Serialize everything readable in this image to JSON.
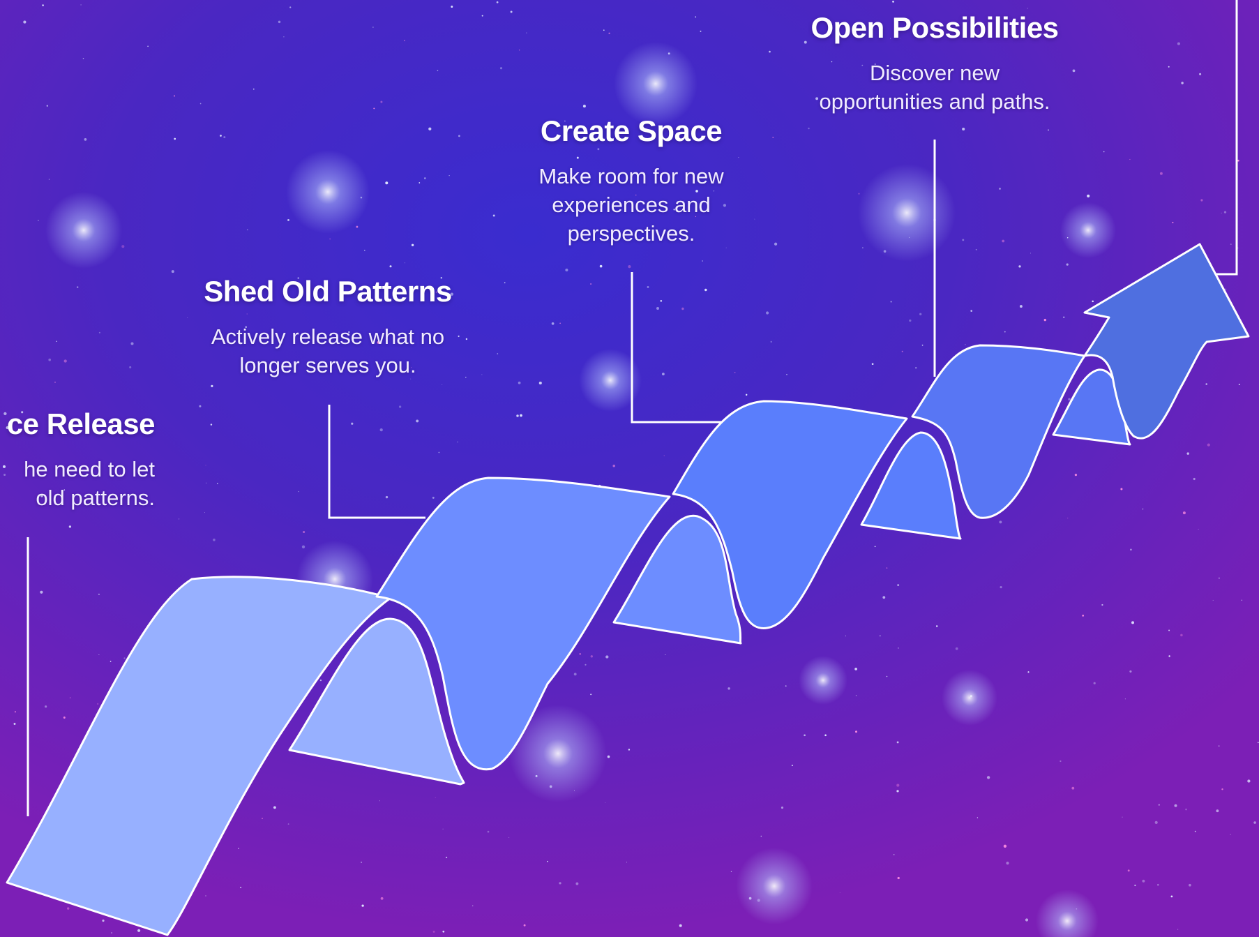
{
  "steps": [
    {
      "title": "ce Release",
      "line1": "he need to let",
      "line2": "old patterns."
    },
    {
      "title": "Shed Old Patterns",
      "line1": "Actively release what no",
      "line2": "longer serves you."
    },
    {
      "title": "Create Space",
      "line1": "Make room for new",
      "line2": "experiences and",
      "line3": "perspectives."
    },
    {
      "title": "Open Possibilities",
      "line1": "Discover new",
      "line2": "opportunities and paths."
    }
  ],
  "colors": {
    "bg_light": "#3f2fd0",
    "bg_dark": "#7a1fb8",
    "ribbon_1": "#97b0ff",
    "ribbon_2": "#6c8cff",
    "ribbon_3": "#5a7efc",
    "ribbon_4": "#5775f2",
    "arrow": "#4f6fe0",
    "stroke": "#ffffff"
  }
}
